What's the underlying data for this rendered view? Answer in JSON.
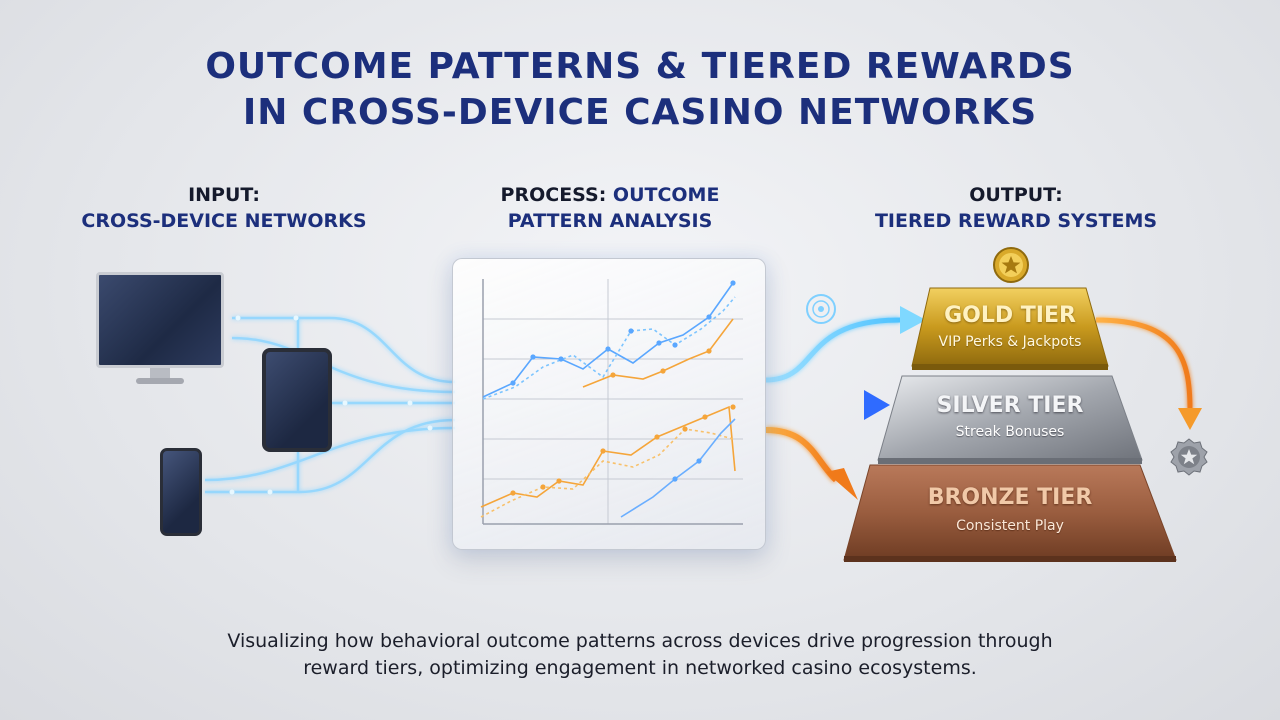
{
  "title": {
    "line1": "OUTCOME PATTERNS & TIERED REWARDS",
    "line2": "IN CROSS-DEVICE CASINO NETWORKS"
  },
  "columns": {
    "input": {
      "label": "INPUT:",
      "name": "CROSS-DEVICE NETWORKS"
    },
    "process": {
      "label": "PROCESS:",
      "name_part1": "OUTCOME",
      "name_part2": "PATTERN ANALYSIS"
    },
    "output": {
      "label": "OUTPUT:",
      "name": "TIERED REWARD SYSTEMS"
    }
  },
  "devices": [
    {
      "kind": "desktop-monitor"
    },
    {
      "kind": "tablet"
    },
    {
      "kind": "smartphone"
    }
  ],
  "tiers": [
    {
      "id": "gold",
      "name": "GOLD TIER",
      "subtitle": "VIP Perks & Jackpots",
      "color": "#c9a227"
    },
    {
      "id": "silver",
      "name": "SILVER TIER",
      "subtitle": "Streak Bonuses",
      "color": "#a9adb5"
    },
    {
      "id": "bronze",
      "name": "BRONZE TIER",
      "subtitle": "Consistent Play",
      "color": "#a86a45"
    }
  ],
  "icons": {
    "top_badge": "gold-star-medal-icon",
    "side_badge": "silver-star-medal-icon",
    "chip": "casino-chip-icon"
  },
  "colors": {
    "title": "#1c2f7c",
    "accent_blue": "#2f6bff",
    "accent_cyan": "#5ec8ff",
    "accent_orange": "#f59a2a"
  },
  "caption": {
    "line1": "Visualizing how behavioral outcome patterns across devices drive progression through",
    "line2": "reward tiers, optimizing engagement in networked casino ecosystems."
  }
}
